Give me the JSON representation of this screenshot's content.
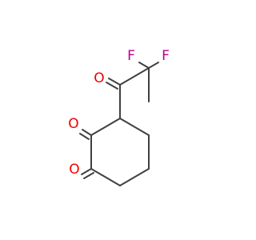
{
  "molecule": {
    "atoms": {
      "f1": {
        "symbol": "F",
        "color": "#b5008f"
      },
      "f2": {
        "symbol": "F",
        "color": "#b5008f"
      },
      "o1": {
        "symbol": "O",
        "color": "#ee0000"
      },
      "o2": {
        "symbol": "O",
        "color": "#ee0000"
      },
      "o3": {
        "symbol": "O",
        "color": "#ee0000"
      }
    },
    "bond_color": "#404040",
    "background": "#ffffff"
  }
}
